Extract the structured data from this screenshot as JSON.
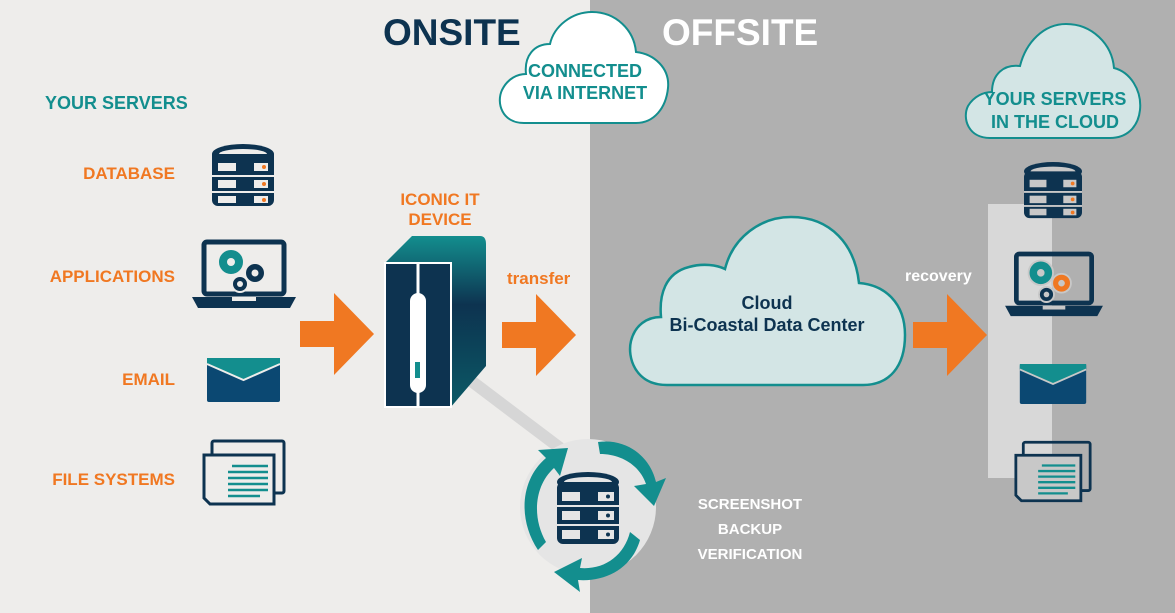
{
  "colors": {
    "onsite_bg": "#eeedeb",
    "offsite_bg": "#b0b0b0",
    "navy": "#0d3350",
    "teal": "#138e8e",
    "orange": "#f07822",
    "cloud_fill": "#d3e5e5",
    "white": "#ffffff"
  },
  "header": {
    "onsite": "ONSITE",
    "offsite": "OFFSITE",
    "connection_cloud": {
      "line1": "CONNECTED",
      "line2": "VIA INTERNET"
    }
  },
  "onsite": {
    "section_title": "YOUR SERVERS",
    "items": [
      {
        "label": "DATABASE",
        "icon": "database-icon"
      },
      {
        "label": "APPLICATIONS",
        "icon": "laptop-gears-icon"
      },
      {
        "label": "EMAIL",
        "icon": "envelope-icon"
      },
      {
        "label": "FILE SYSTEMS",
        "icon": "documents-icon"
      }
    ],
    "device": {
      "line1": "ICONIC IT",
      "line2": "DEVICE",
      "icon": "server-tower-icon"
    },
    "transfer_label": "transfer",
    "verification": {
      "line1": "SCREENSHOT",
      "line2": "BACKUP",
      "line3": "VERIFICATION",
      "icon": "database-cycle-icon"
    }
  },
  "offsite": {
    "data_center_cloud": {
      "line1": "Cloud",
      "line2": "Bi-Coastal Data Center"
    },
    "recovery_label": "recovery",
    "cloud_servers": {
      "line1": "YOUR SERVERS",
      "line2": "IN THE CLOUD"
    },
    "recovered_items": [
      "database-icon",
      "laptop-gears-icon",
      "envelope-icon",
      "documents-icon"
    ]
  }
}
